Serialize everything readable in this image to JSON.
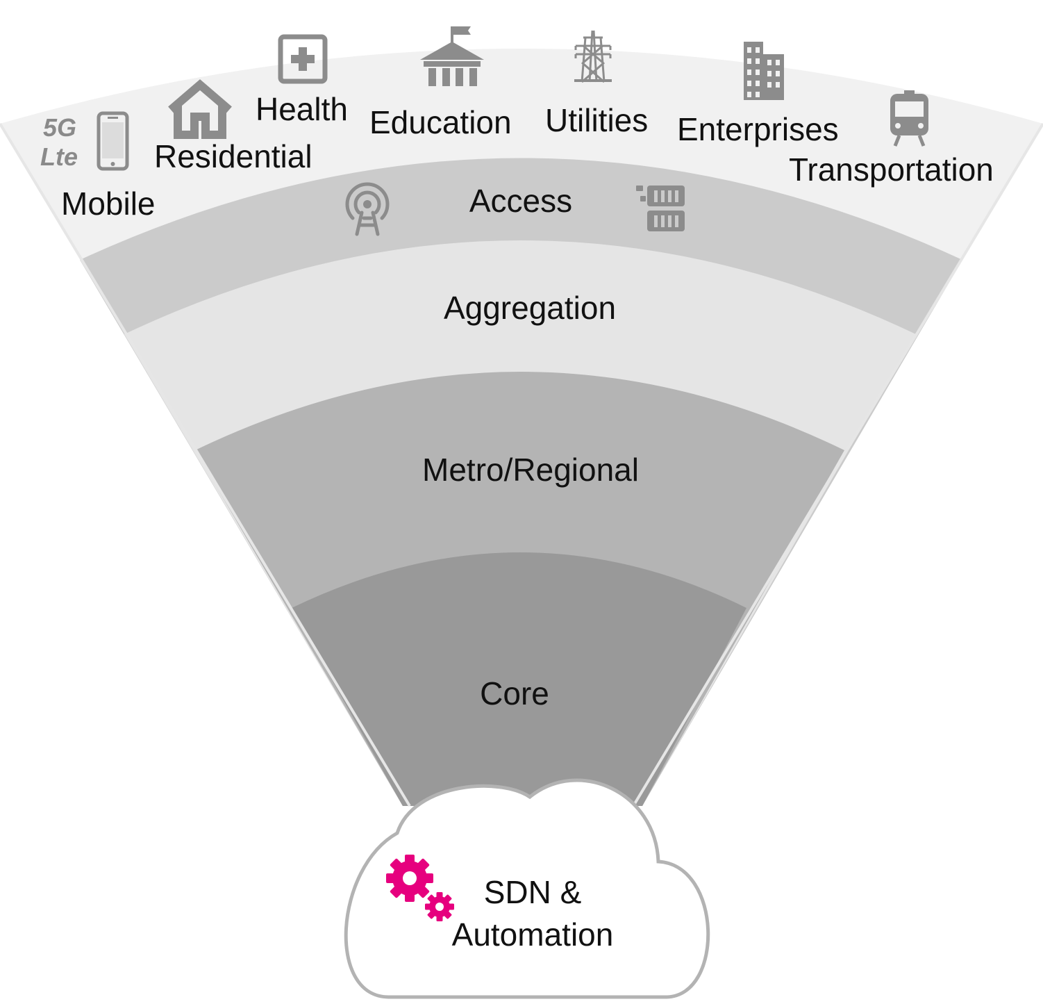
{
  "funnel": {
    "layers": [
      {
        "id": "endpoints",
        "label": "",
        "color": "#f1f1f1"
      },
      {
        "id": "access",
        "label": "Access",
        "color": "#cbcbcb"
      },
      {
        "id": "aggregation",
        "label": "Aggregation",
        "color": "#e5e5e5"
      },
      {
        "id": "metro",
        "label": "Metro/Regional",
        "color": "#b4b4b4"
      },
      {
        "id": "core",
        "label": "Core",
        "color": "#999999"
      }
    ],
    "outline_color": "#e8e8e8"
  },
  "categories": {
    "mobile": {
      "label": "Mobile",
      "badge_line1": "5G",
      "badge_line2": "Lte",
      "icon": "mobile-phone-icon"
    },
    "residential": {
      "label": "Residential",
      "icon": "house-icon"
    },
    "health": {
      "label": "Health",
      "icon": "medical-cross-icon"
    },
    "education": {
      "label": "Education",
      "icon": "school-building-icon"
    },
    "utilities": {
      "label": "Utilities",
      "icon": "power-tower-icon"
    },
    "enterprises": {
      "label": "Enterprises",
      "icon": "office-building-icon"
    },
    "transportation": {
      "label": "Transportation",
      "icon": "train-icon"
    }
  },
  "access_icons": [
    "antenna-tower-icon",
    "network-switch-icon"
  ],
  "icon_color": "#8c8c8c",
  "cloud": {
    "line1": "SDN &",
    "line2": "Automation",
    "icon": "gears-icon",
    "accent_color": "#e6007e",
    "border_color": "#b3b3b3"
  }
}
